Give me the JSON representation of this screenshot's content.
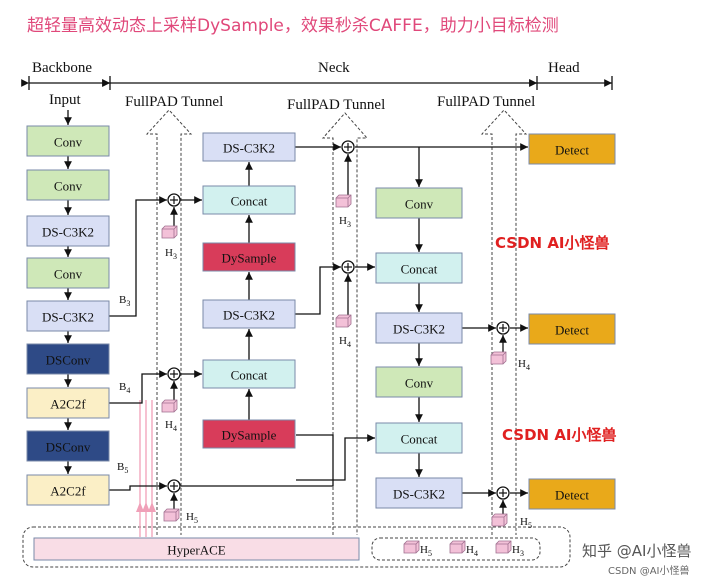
{
  "title": "超轻量高效动态上采样DySample，效果秒杀CAFFE，助力小目标检测",
  "sections": {
    "backbone": "Backbone",
    "neck": "Neck",
    "head": "Head"
  },
  "input_label": "Input",
  "tunnel_label": "FullPAD Tunnel",
  "backbone_blocks": [
    "Conv",
    "Conv",
    "DS-C3K2",
    "Conv",
    "DS-C3K2",
    "DSConv",
    "A2C2f",
    "DSConv",
    "A2C2f"
  ],
  "branch_labels": {
    "b3": "B",
    "b4": "B",
    "b5": "B",
    "sub3": "3",
    "sub4": "4",
    "sub5": "5"
  },
  "h_labels": {
    "prefix": "H",
    "s3": "3",
    "s4": "4",
    "s5": "5"
  },
  "neck_col1": [
    "DS-C3K2",
    "Concat",
    "DySample",
    "DS-C3K2",
    "Concat",
    "DySample"
  ],
  "neck_col2": [
    "Conv",
    "Concat",
    "DS-C3K2",
    "Conv",
    "Concat",
    "DS-C3K2"
  ],
  "detect_label": "Detect",
  "hyperace_label": "HyperACE",
  "watermarks": {
    "csdn": "CSDN AI小怪兽",
    "zhihu": "知乎 @AI小怪兽",
    "csdn_small": "CSDN @AI小怪兽"
  },
  "colors": {
    "conv": "#cfe8b8",
    "ds_c3k2": "#d9dff5",
    "dsconv": "#2e4a86",
    "a2c2f": "#fbefc6",
    "concat": "#d2f1ef",
    "dysample": "#d83c5a",
    "detect": "#e9a91a",
    "hyperace": "#f9dde6",
    "cube": "#f3c1d8"
  }
}
